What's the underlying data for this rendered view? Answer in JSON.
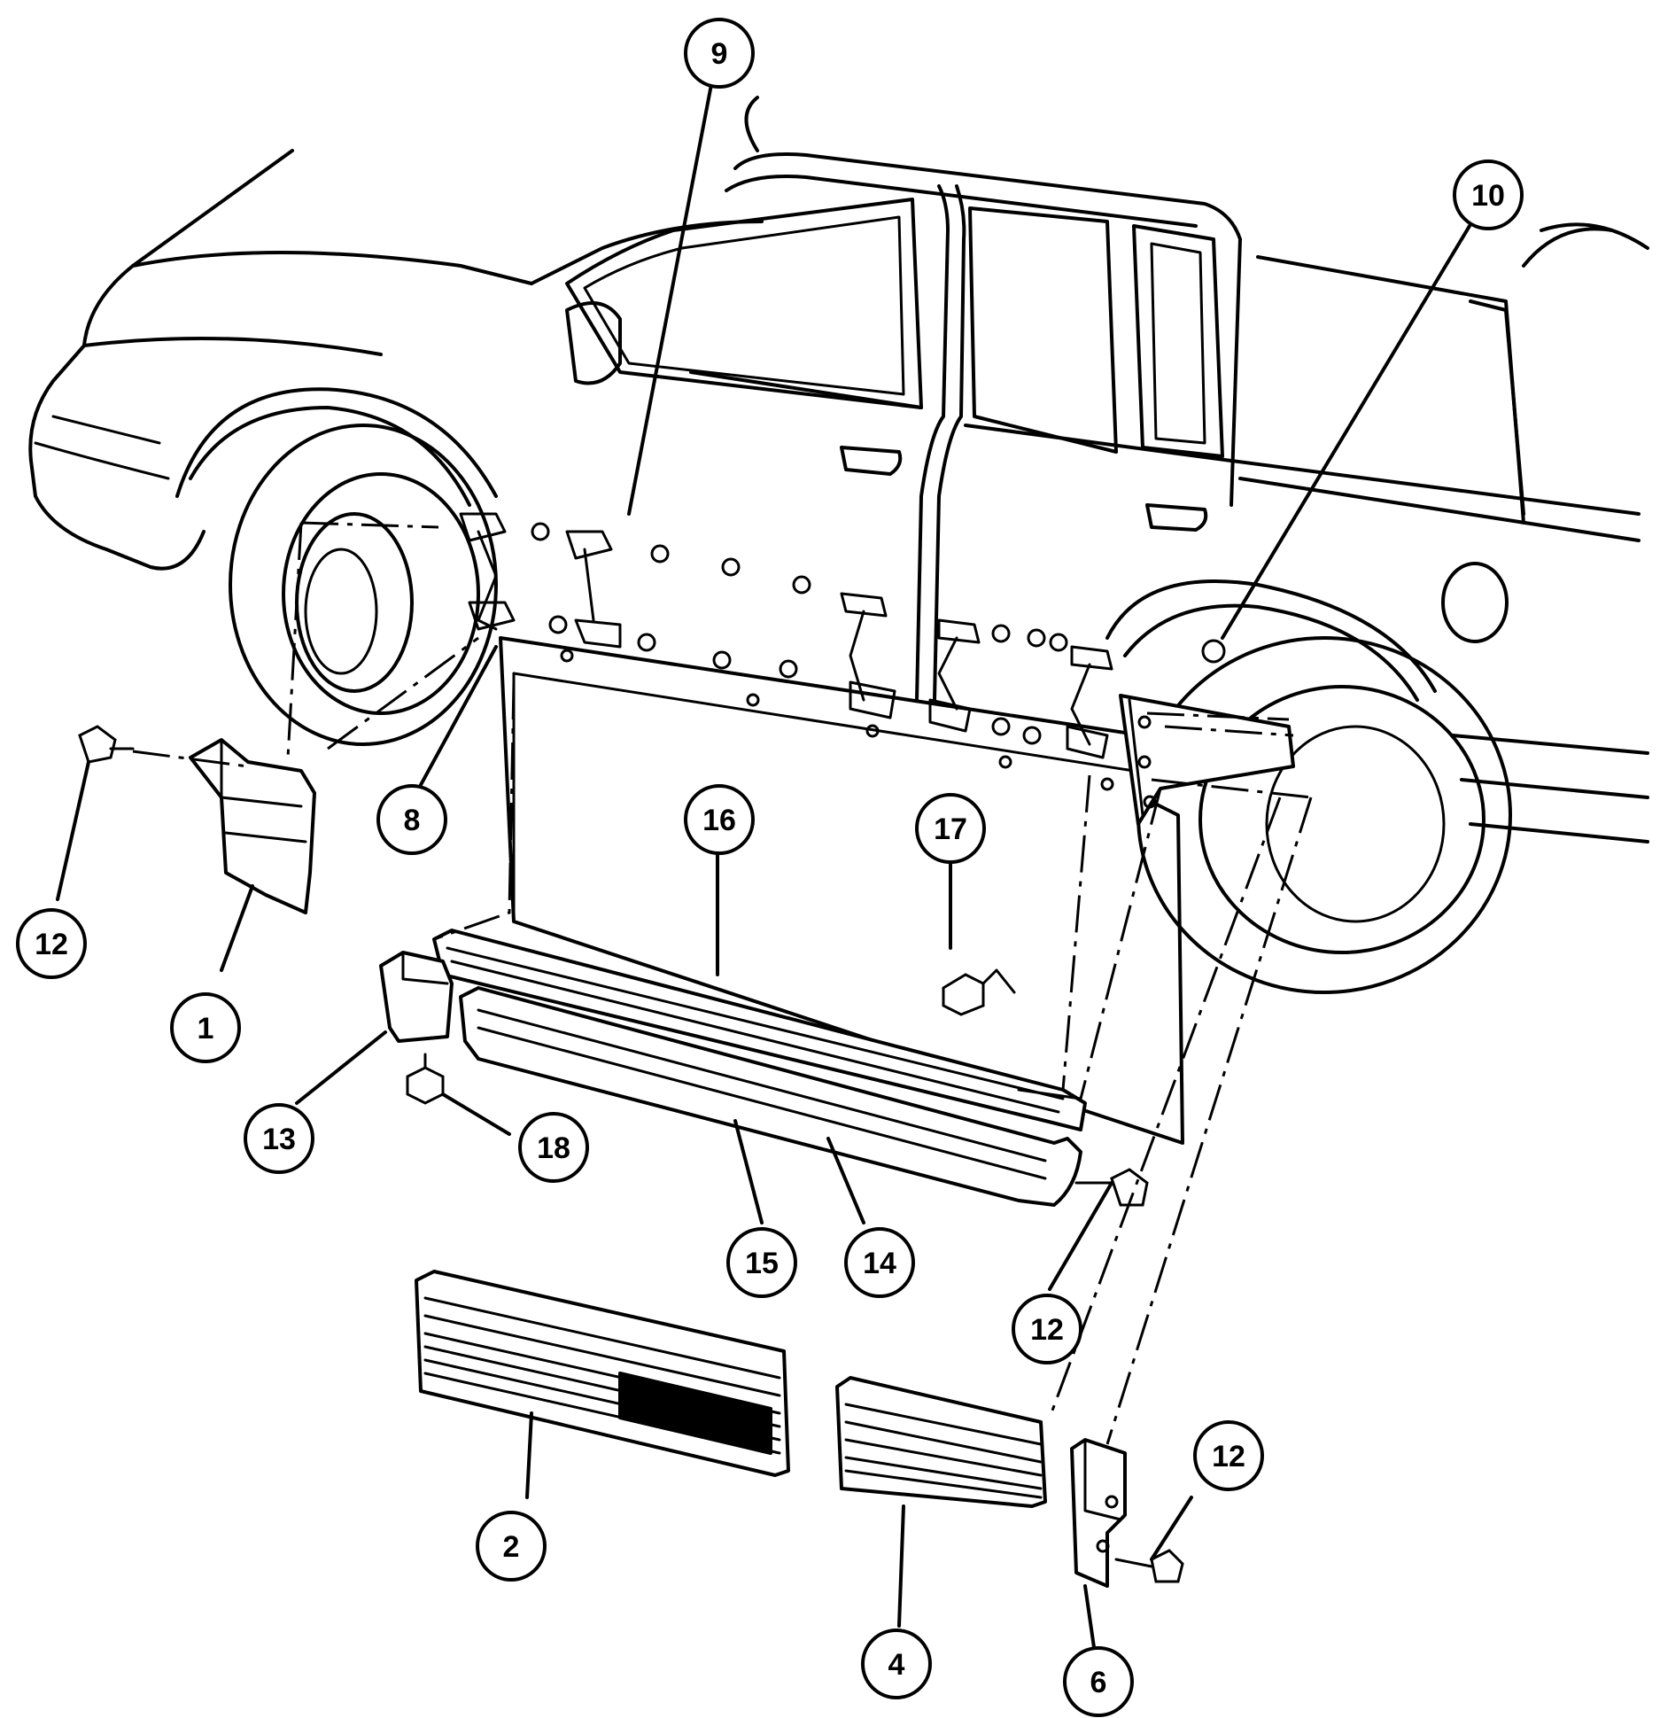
{
  "callouts": {
    "c1": "1",
    "c2": "2",
    "c4": "4",
    "c6": "6",
    "c8": "8",
    "c9": "9",
    "c10": "10",
    "c12a": "12",
    "c12b": "12",
    "c12c": "12",
    "c13": "13",
    "c14": "14",
    "c15": "15",
    "c16": "16",
    "c17": "17",
    "c18": "18"
  }
}
